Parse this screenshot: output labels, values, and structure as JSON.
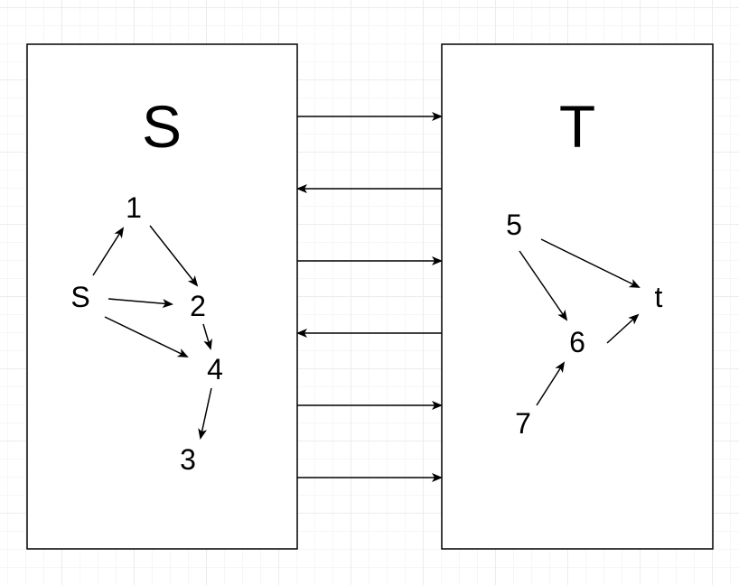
{
  "diagram": {
    "colors": {
      "stroke": "#000000",
      "fill": "#ffffff",
      "grid": "#ececec"
    },
    "sets": {
      "S": {
        "label": "S"
      },
      "T": {
        "label": "T"
      }
    },
    "nodes": {
      "s": {
        "label": "S",
        "set": "S"
      },
      "n1": {
        "label": "1",
        "set": "S"
      },
      "n2": {
        "label": "2",
        "set": "S"
      },
      "n4": {
        "label": "4",
        "set": "S"
      },
      "n3": {
        "label": "3",
        "set": "S"
      },
      "n5": {
        "label": "5",
        "set": "T"
      },
      "n6": {
        "label": "6",
        "set": "T"
      },
      "n7": {
        "label": "7",
        "set": "T"
      },
      "t": {
        "label": "t",
        "set": "T"
      }
    },
    "edges": [
      {
        "from": "s",
        "to": "n1"
      },
      {
        "from": "s",
        "to": "n2"
      },
      {
        "from": "s",
        "to": "n4"
      },
      {
        "from": "n1",
        "to": "n2"
      },
      {
        "from": "n2",
        "to": "n4"
      },
      {
        "from": "n4",
        "to": "n3"
      },
      {
        "from": "n5",
        "to": "t"
      },
      {
        "from": "n5",
        "to": "n6"
      },
      {
        "from": "n7",
        "to": "n6"
      },
      {
        "from": "n6",
        "to": "t"
      }
    ],
    "cross_edges": [
      {
        "direction": "S-to-T"
      },
      {
        "direction": "T-to-S"
      },
      {
        "direction": "S-to-T"
      },
      {
        "direction": "T-to-S"
      },
      {
        "direction": "S-to-T"
      },
      {
        "direction": "S-to-T"
      }
    ]
  }
}
